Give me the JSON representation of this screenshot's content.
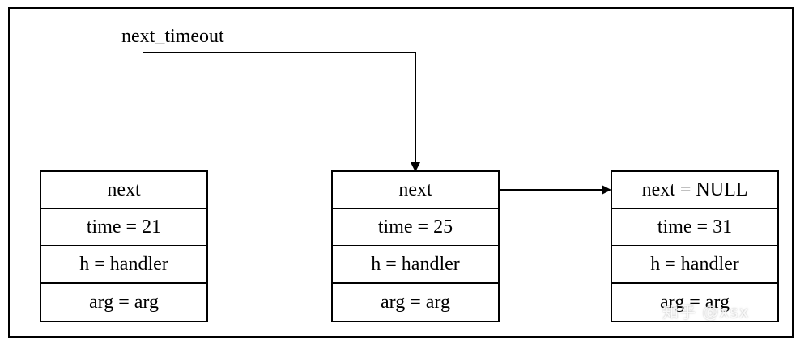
{
  "head_pointer_label": "next_timeout",
  "nodes": [
    {
      "next": "next",
      "time": "time = 21",
      "handler": "h = handler",
      "arg": "arg = arg"
    },
    {
      "next": "next",
      "time": "time = 25",
      "handler": "h = handler",
      "arg": "arg = arg"
    },
    {
      "next": "next = NULL",
      "time": "time = 31",
      "handler": "h = handler",
      "arg": "arg = arg"
    }
  ],
  "watermark": "知乎 @xsx"
}
